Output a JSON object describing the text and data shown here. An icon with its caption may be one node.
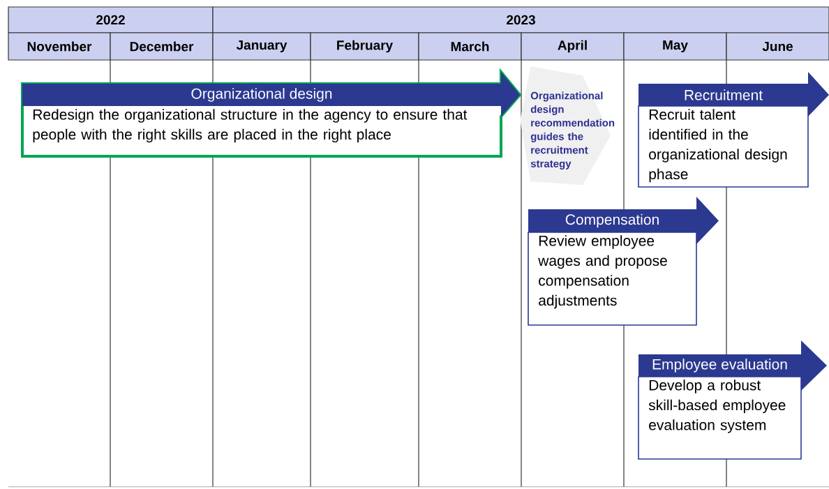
{
  "diagram": {
    "nodes": [
      {
        "text": [
          "Organizational design",
          "Redesign the organizational structure in the agency to ensure that people with the right skills are placed in the right place"
        ]
      },
      {
        "text": [
          "Compensation",
          "Review employee wages and propose compensation adjustments"
        ]
      },
      {
        "text": [
          "Recruitment",
          "Recruit talent identified in the organizational design phase"
        ]
      },
      {
        "text": [
          "Employee evaluation",
          "Develop a robust skill-based employee evaluation system"
        ]
      }
    ],
    "edges": [
      {
        "from": 0,
        "to": 2,
        "arrow": "to",
        "label": "Organizational design recommendation guides the recruitment strategy",
        "color": "#f0f0f0"
      }
    ],
    "labels": [
      "2022",
      "2023",
      "November",
      "December",
      "January",
      "February",
      "March",
      "April",
      "May",
      "June"
    ]
  }
}
